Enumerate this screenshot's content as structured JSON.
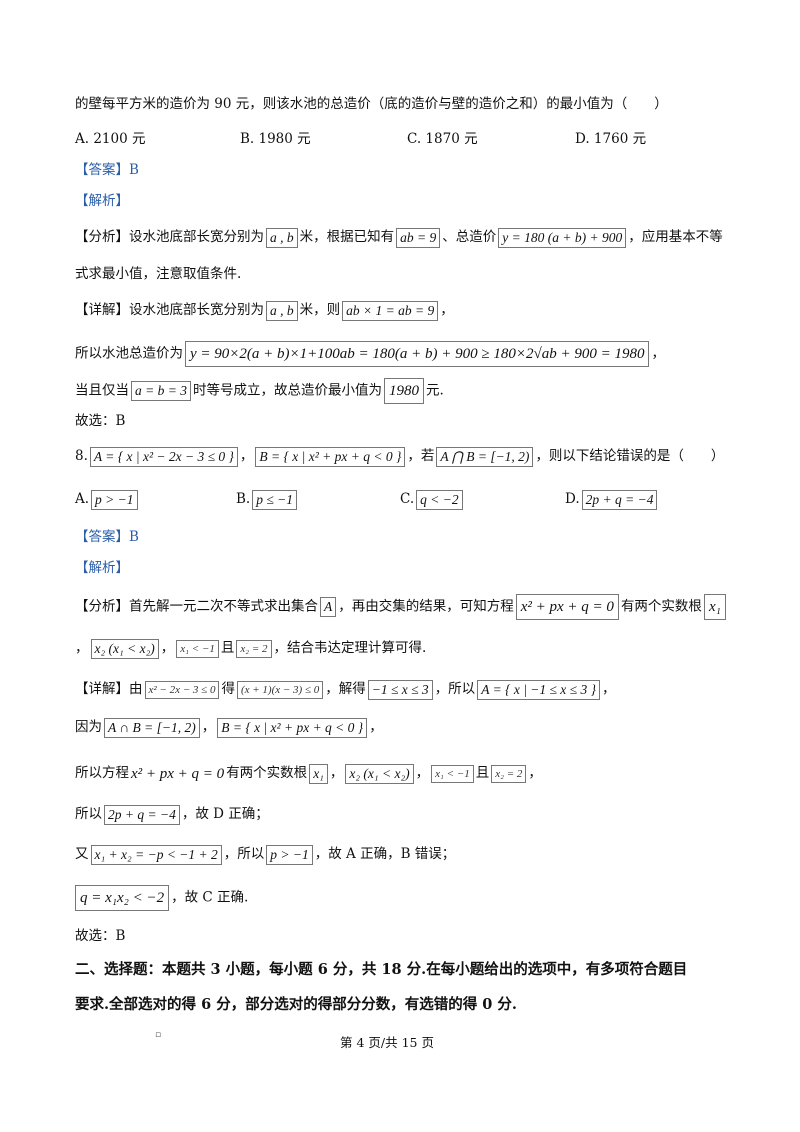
{
  "q7": {
    "stem_tail": "的壁每平方米的造价为 90 元，则该水池的总造价（底的造价与壁的造价之和）的最小值为（　　）",
    "options": [
      "A. 2100 元",
      "B. 1980 元",
      "C. 1870 元",
      "D. 1760 元"
    ],
    "answer": "【答案】B",
    "analysis_title": "【解析】",
    "fenxi": {
      "t1": "【分析】设水池底部长宽分别为",
      "m1": "a , b",
      "t2": "米，根据已知有",
      "m2": "ab = 9",
      "t3": "、总造价",
      "m3": "y = 180 (a + b) + 900",
      "t4": "，应用基本不等",
      "line2": "式求最小值，注意取值条件."
    },
    "xiangjie": {
      "t1": "【详解】设水池底部长宽分别为",
      "m1": "a , b",
      "t2": "米，则",
      "m2": "ab × 1 = ab = 9",
      "t3": "，",
      "l2_t1": "所以水池总造价为",
      "l2_m1": "y = 90×2(a + b)×1+100ab = 180(a + b) + 900 ≥ 180×2√ab + 900 = 1980",
      "l2_t2": "，",
      "l3_t1": "当且仅当",
      "l3_m1": "a = b = 3",
      "l3_t2": "时等号成立，故总造价最小值为",
      "l3_m2": "1980",
      "l3_t3": "元."
    },
    "guxuan": "故选：B"
  },
  "q8": {
    "num": "8.",
    "m1": "A = { x | x² − 2x − 3 ≤ 0 }",
    "sep1": "，",
    "m2": "B = { x | x² + px + q < 0 }",
    "sep2": "，若",
    "m3": "A ⋂ B = [−1, 2)",
    "tail": "，则以下结论错误的是（　　）",
    "options": [
      {
        "label": "A.",
        "math": "p > −1"
      },
      {
        "label": "B.",
        "math": "p ≤ −1"
      },
      {
        "label": "C.",
        "math": "q < −2"
      },
      {
        "label": "D.",
        "math": "2p + q = −4"
      }
    ],
    "answer": "【答案】B",
    "analysis_title": "【解析】",
    "fenxi": {
      "t1": "【分析】首先解一元二次不等式求出集合",
      "m1": "A",
      "t2": "，再由交集的结果，可知方程",
      "m2": "x² + px + q = 0",
      "t3": "有两个实数根",
      "m3": "x₁",
      "l2_t0": "，",
      "l2_m1": "x₂ (x₁ < x₂)",
      "l2_t1": "，",
      "l2_m2": "x₁ < −1",
      "l2_t2": "且",
      "l2_m3": "x₂ = 2",
      "l2_t3": "，结合韦达定理计算可得."
    },
    "xiangjie": {
      "t1": "【详解】由",
      "m1": "x² − 2x − 3 ≤ 0",
      "t2": "得",
      "m2": "(x + 1)(x − 3) ≤ 0",
      "t3": "，解得",
      "m3": "−1 ≤ x ≤ 3",
      "t4": "，所以",
      "m4": "A = { x | −1 ≤ x ≤ 3 }",
      "t5": "，",
      "l2_t1": "因为",
      "l2_m1": "A ∩ B = [−1, 2)",
      "l2_t2": "，",
      "l2_m2": "B = { x | x² + px + q < 0 }",
      "l2_t3": "，",
      "l3_t1": "所以方程",
      "l3_m1": "x² + px + q = 0",
      "l3_t2": "有两个实数根",
      "l3_m2": "x₁",
      "l3_t3": "，",
      "l3_m3": "x₂ (x₁ < x₂)",
      "l3_t4": "，",
      "l3_m4": "x₁ < −1",
      "l3_t5": "且",
      "l3_m5": "x₂ = 2",
      "l3_t6": "，",
      "l4_t1": "所以",
      "l4_m1": "2p + q = −4",
      "l4_t2": "，故 D 正确；",
      "l5_t1": "又",
      "l5_m1": "x₁ + x₂ = −p < −1 + 2",
      "l5_t2": "，所以",
      "l5_m2": "p > −1",
      "l5_t3": "，故 A 正确，B 错误；",
      "l6_m1": "q = x₁x₂ < −2",
      "l6_t1": "，故 C 正确."
    },
    "guxuan": "故选：B"
  },
  "section2": {
    "line1": "二、选择题：本题共 3 小题，每小题 6 分，共 18 分.在每小题给出的选项中，有多项符合题目",
    "line2": "要求.全部选对的得 6 分，部分选对的得部分分数，有选错的得 0 分."
  },
  "footer": {
    "page": "第 4 页/共 15 页",
    "mark": "▫"
  }
}
